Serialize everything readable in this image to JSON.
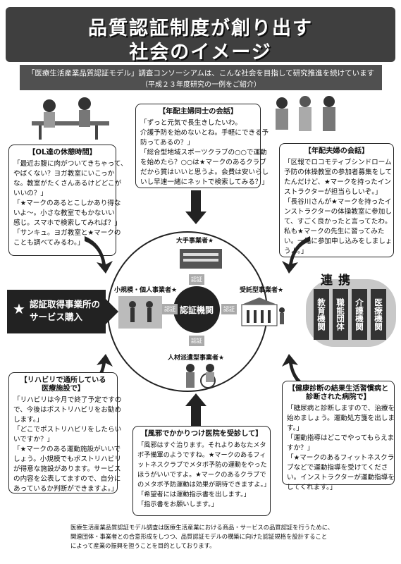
{
  "header": {
    "title_line1": "品質認証制度が創り出す",
    "title_line2": "社会のイメージ",
    "subtitle_line1": "「医療生活産業品質認証モデル」調査コンソーシアムは、こんな社会を目指して研究推進を続けています",
    "subtitle_line2": "（平成２３年度研究の一例をご紹介）"
  },
  "boxes": {
    "ol": {
      "title": "【OL達の休憩時間】",
      "lines": [
        "「最近お腹に肉がついてきちゃって、",
        "やばくない？ヨガ教室にいこっか",
        "な。教室がたくさんあるけどどこが",
        "いいの？」",
        "「★マークのあるとこしかあり得な",
        "いよ〜。小さな教室でもかないい",
        "感じ。スマホで検索してみれば？」",
        "「サンキュ。ヨガ教室と★マークの",
        "ことも調べてみるわ。」"
      ]
    },
    "shufu": {
      "title": "【年配主婦同士の会話】",
      "lines": [
        "「ずっと元気で長生きしたいわ。",
        "介護予防を始めないとね。手軽にできる予",
        "防ってあるの？」",
        "「総合型地域スポーツクラブの○○で運動",
        "を始めたら？○○は★マークのあるクラブ",
        "だから質はいいと思うよ。会費は安いらし",
        "いし早速一緒にネットで検索してみる？」"
      ]
    },
    "fufu": {
      "title": "【年配夫婦の会話】",
      "lines": [
        "「区報でロコモティブシンドローム",
        "予防の体操教室の参加者募集をして",
        "たんだけど、★マークを持ったイン",
        "ストラクターが担当らしいぞ。」",
        "「長谷川さんが★マークを持ったイ",
        "ンストラクターの体操教室に参加し",
        "て、すごく良かったと言ってたわ。",
        "私も★マークの先生に習ってみた",
        "い。一緒に参加申し込みをしましょ",
        "うよ。」"
      ]
    },
    "rehab": {
      "title": "【リハビリで通所している医療施設で】",
      "title_line1": "【リハビリで通所している",
      "title_line2": "医療施設で】",
      "lines": [
        "「リハビリは今月で終了予定ですの",
        "で、今後はポストリハビリをお勧め",
        "します。」",
        "「どこでポストリハビリをしたらい",
        "いですか？」",
        "「★マークのある運動施設がいいで",
        "しょう。小規模でもポストリハビリ",
        "が得意な施設があります。サービス",
        "の内容を公表してますので、自分に",
        "あっているか判断ができますよ。」"
      ]
    },
    "kaze": {
      "title": "【風邪でかかりつけ医院を受診して】",
      "lines": [
        "「風邪はすぐ治ります。それよりあなたメタ",
        "ボ予備軍のようですね。★マークのあるフィ",
        "ットネスクラブでメタボ予防の運動をやった",
        "ほうがいいですよ。★マークのあるクラブで",
        "のメタボ予防運動は効果が期待できますよ。」",
        "「希望者には運動指示書を出します。」",
        "「指示書をお願いします。」"
      ]
    },
    "kenshin": {
      "title_line1": "【健康診断の結果生活習慣病と",
      "title_line2": "診断された病院で】",
      "lines": [
        "「糖尿病と診断しますので、治療を",
        "始めましょう。運動処方箋を出しま",
        "す。」",
        "「運動指導はどこでやってもらえま",
        "すか？」",
        "「★マークのあるフィットネスクラ",
        "ブなどで運動指導を受けてくださ",
        "い。インストラクターが運動指導を",
        "してくれます。」"
      ]
    }
  },
  "center": {
    "badge": "認証機関",
    "ninsho": "認証",
    "top_label": "大手事業者★",
    "left_label": "小規模・個人事業者★",
    "right_label": "受託型事業者★",
    "bottom_label": "人材派遣型事業者★"
  },
  "left_callout": {
    "star": "★",
    "line1": "認証取得事業所の",
    "line2": "サービス購入"
  },
  "renkei": {
    "title": "連携",
    "items": [
      "教育機関",
      "職能団体",
      "介護機関",
      "医療機関"
    ]
  },
  "footer": {
    "lines": [
      "医療生活産業品質認証モデル調査は医療生活産業における商品・サービスの品質認証を行うために、",
      "関連団体・事業者との合意形成をしつつ、品質認証モデルの構築に向けた認証規格を設計すること",
      "によって産業の振興を担うことを目的としております。"
    ]
  },
  "colors": {
    "dark": "#3f3f3f",
    "accent": "#222222"
  }
}
